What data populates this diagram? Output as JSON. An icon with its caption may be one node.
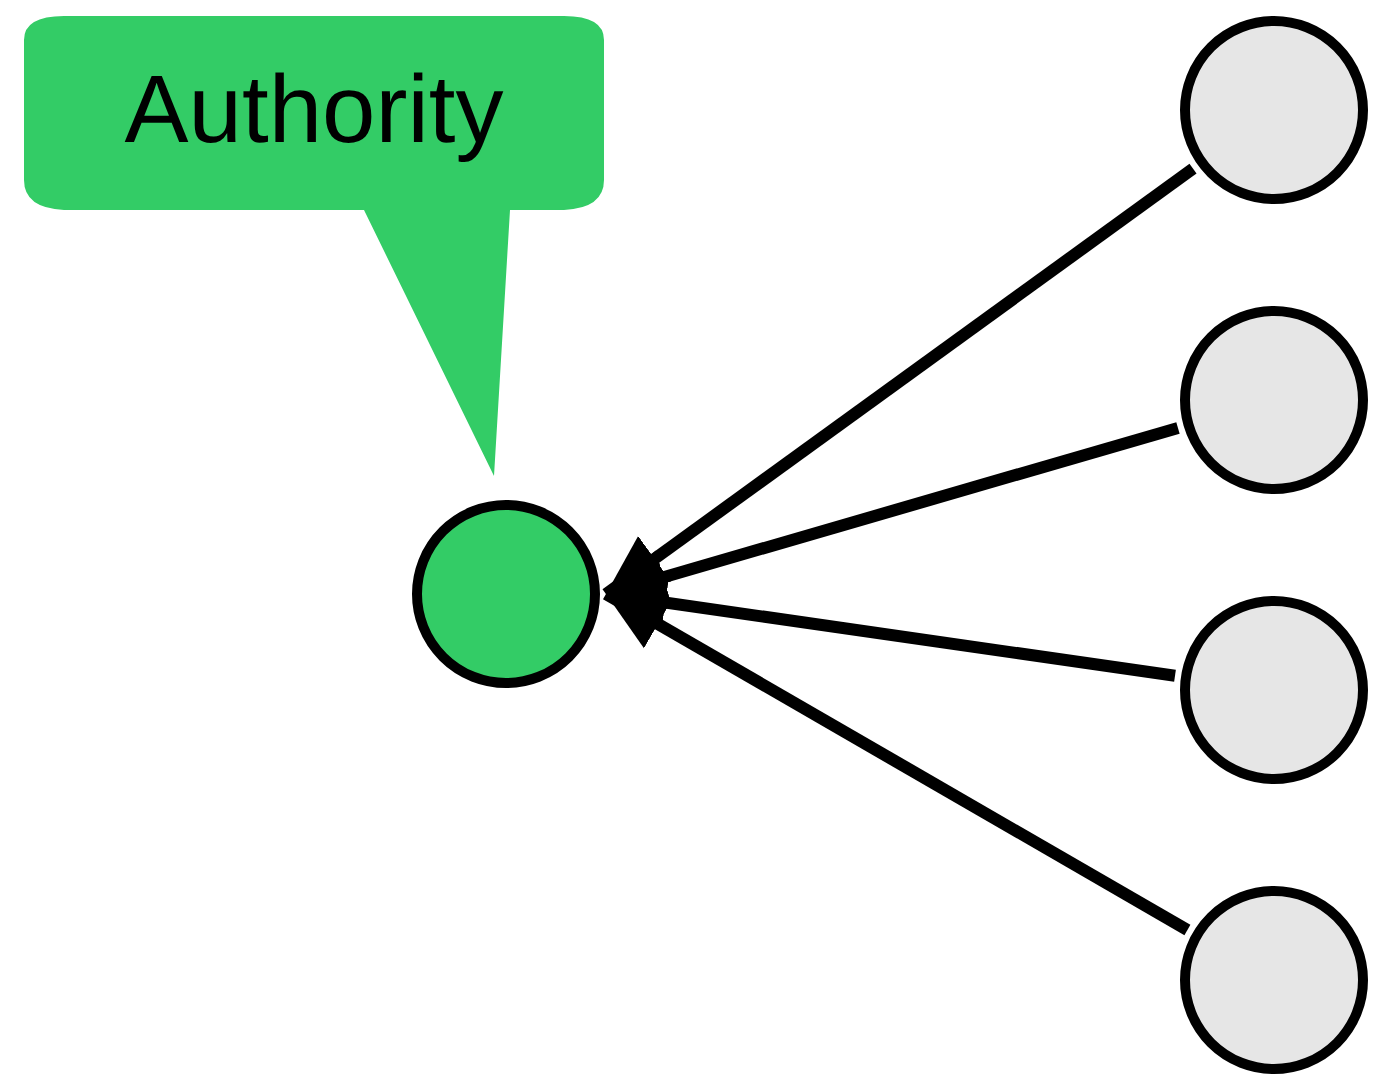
{
  "diagram": {
    "nodes": [
      {
        "text": [
          "Authority"
        ]
      },
      {
        "text": [],
        "shape": "circle"
      },
      {
        "text": [],
        "shape": "circle"
      },
      {
        "text": [],
        "shape": "circle"
      },
      {
        "text": [],
        "shape": "circle"
      },
      {
        "text": [],
        "shape": "circle"
      }
    ],
    "edges": [
      {
        "from": 2,
        "to": 1,
        "arrow": "to"
      },
      {
        "from": 3,
        "to": 1,
        "arrow": "to"
      },
      {
        "from": 4,
        "to": 1,
        "arrow": "to"
      },
      {
        "from": 5,
        "to": 1,
        "arrow": "to"
      }
    ]
  }
}
